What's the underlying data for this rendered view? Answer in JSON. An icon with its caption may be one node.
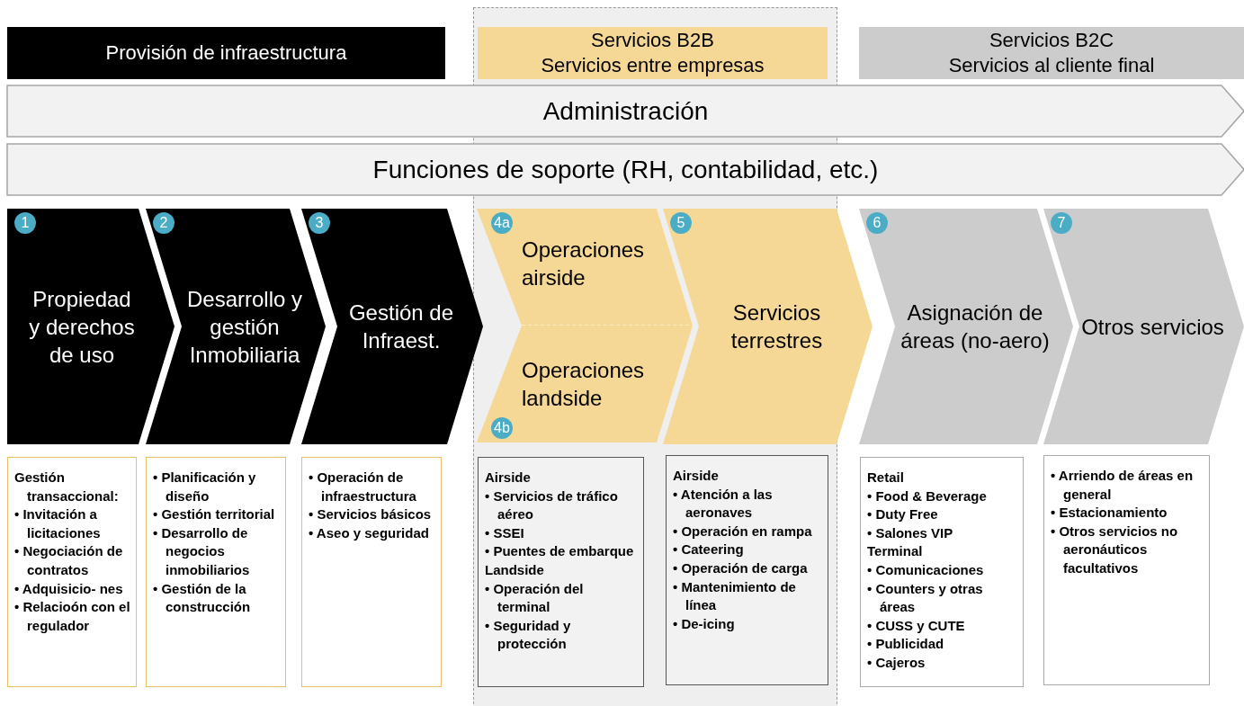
{
  "diagram": {
    "nodes": [
      {
        "text": [
          "Provisión de infraestructura"
        ]
      },
      {
        "text": [
          "Servicios B2B",
          "Servicios entre empresas"
        ]
      },
      {
        "text": [
          "Servicios B2C",
          "Servicios al cliente final"
        ]
      },
      {
        "text": [
          "Administración"
        ]
      },
      {
        "text": [
          "Funciones de soporte (RH, contabilidad, etc.)"
        ]
      },
      {
        "text": [
          "1",
          "Propiedad y derechos de uso"
        ]
      },
      {
        "text": [
          "2",
          "Desarrollo y gestión Inmobiliaria"
        ]
      },
      {
        "text": [
          "3",
          "Gestión de Infraest."
        ]
      },
      {
        "text": [
          "4a",
          "Operaciones airside"
        ]
      },
      {
        "text": [
          "4b",
          "Operaciones landside"
        ]
      },
      {
        "text": [
          "5",
          "Servicios terrestres"
        ]
      },
      {
        "text": [
          "6",
          "Asignación de áreas (no-aero)"
        ]
      },
      {
        "text": [
          "7",
          "Otros servicios"
        ]
      },
      {
        "text": [
          "Gestión transaccional:",
          "• Invitación a licitaciones",
          "• Negociación de contratos",
          "• Adquisicio- nes",
          "• Relacioón con el regulador"
        ]
      },
      {
        "text": [
          "• Planificación y diseño",
          "• Gestión territorial",
          "• Desarrollo de negocios inmobiliarios",
          "• Gestión de la construcción"
        ]
      },
      {
        "text": [
          "• Operación de infraestructura",
          "• Servicios básicos",
          "• Aseo y seguridad"
        ]
      },
      {
        "text": [
          "Airside",
          "• Servicios de tráfico aéreo",
          "• SSEI",
          "• Puentes de embarque",
          "Landside",
          "• Operación del terminal",
          "• Seguridad y protección"
        ]
      },
      {
        "text": [
          "Airside",
          "• Atención a las aeronaves",
          "• Operación en rampa",
          "• Cateering",
          "• Operación de carga",
          "• Mantenimiento de línea",
          "• De-icing"
        ]
      },
      {
        "text": [
          "Retail",
          "• Food & Beverage",
          "• Duty Free",
          "• Salones VIP",
          "Terminal",
          "• Comunicaciones",
          "• Counters y otras áreas",
          "• CUSS y CUTE",
          "• Publicidad",
          "• Cajeros"
        ]
      },
      {
        "text": [
          "• Arriendo de áreas en general",
          "• Estacionamiento",
          "• Otros servicios no aeronáuticos facultativos"
        ]
      }
    ]
  }
}
